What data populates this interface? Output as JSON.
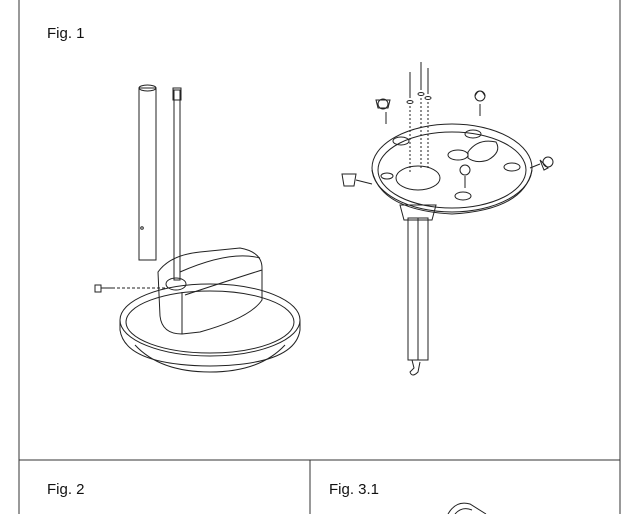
{
  "figures": {
    "fig1": {
      "label": "Fig. 1"
    },
    "fig2": {
      "label": "Fig. 2"
    },
    "fig3_1": {
      "label": "Fig. 3.1"
    }
  },
  "colors": {
    "line": "#222222",
    "panel_border": "#333333",
    "background": "#ffffff"
  }
}
